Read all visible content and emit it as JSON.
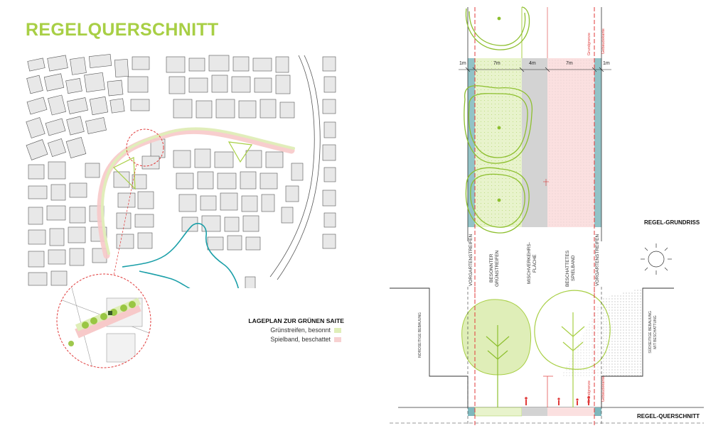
{
  "title": "REGELQUERSCHNITT",
  "site_plan": {
    "legend_title": "LAGEPLAN ZUR GRÜNEN SAITE",
    "legend_items": [
      {
        "label": "Grünstreifen, besonnt",
        "color": "#dfeeb8"
      },
      {
        "label": "Spielband, beschattet",
        "color": "#f7d1d1"
      }
    ]
  },
  "plan_view": {
    "label": "REGEL-GRUNDRISS",
    "dimensions": [
      "1m",
      "7m",
      "4m",
      "7m",
      "1m"
    ],
    "zones": [
      "VORGARTENSTREIFEN",
      "BESONNTER\nGRÜNSTREIFEN",
      "MISCHVERKEHRS-\nFLÄCHE",
      "BESCHATTETES\nSPIELBAND",
      "VORGARTENSTREIFEN"
    ],
    "property_line_label": "Grundgrenze",
    "building_line_label": "Gebäudekante"
  },
  "section_view": {
    "label": "REGEL-QUERSCHNITT",
    "left_building": "NORDSEITIGE BEBAUUNG",
    "right_building": "SÜDSEITIGE BEBAUUNG\nMIT BESCHATTUNG",
    "property_line_label": "Grundgrenze",
    "building_line_label": "Gebäudekante"
  },
  "colors": {
    "accent_green": "#a8cf45",
    "tree_green": "#8dbf2e",
    "red_dashed": "#e03a3a",
    "pink_band": "#f9d9d9",
    "mixed_gray": "#d3d3d3",
    "teal_strip": "#7fb8bd",
    "river_teal": "#1a9fa8"
  }
}
